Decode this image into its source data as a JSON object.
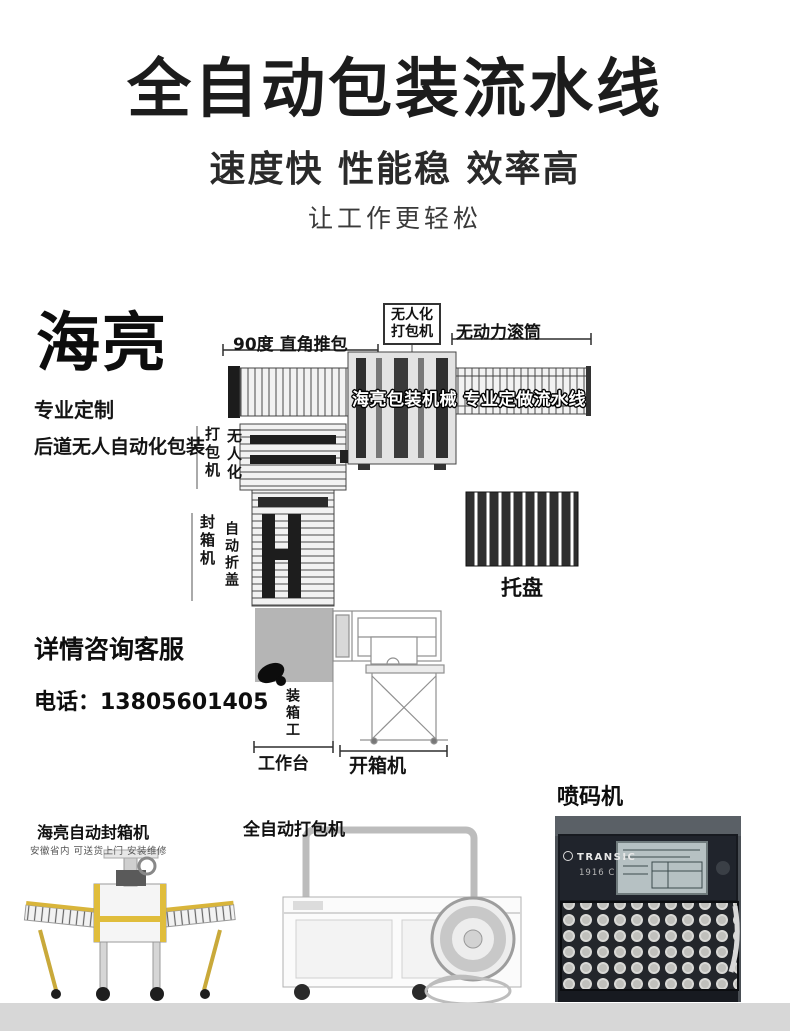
{
  "header": {
    "title": "全自动包装流水线",
    "subtitle": "速度快 性能稳 效率高",
    "tagline": "让工作更轻松"
  },
  "diagram": {
    "brand": "海亮",
    "labels": {
      "custom": "专业定制",
      "rear_auto": "后道无人自动化包装",
      "push90": "90度 直角推包",
      "unmanned_line1": "无人化",
      "unmanned_line2": "打包机",
      "roller": "无动力滚筒",
      "watermark": "海亮包装机械 专业定做流水线",
      "baler": "打包机",
      "unmanned": "无人化",
      "sealer": "封箱机",
      "autofold": "自动折盖",
      "pallet": "托盘",
      "worker": "装箱工",
      "workbench": "工作台",
      "opener": "开箱机"
    },
    "contact": {
      "service": "详情咨询客服",
      "phone": "电话：13805601405"
    }
  },
  "products": {
    "sealer": {
      "name": "海亮自动封箱机",
      "note": "安徽省内 可送货上门 安装维修"
    },
    "strapper": {
      "name": "全自动打包机"
    },
    "printer": {
      "name": "喷码机",
      "brand": "TRANSIC",
      "model": "1916 C"
    }
  },
  "colors": {
    "title_text": "#1c1c1c",
    "sealer_accent_yellow": "#d9b53a",
    "printer_panel_dark": "#171a20",
    "footer_strip_gray": "#d7d7d7"
  }
}
